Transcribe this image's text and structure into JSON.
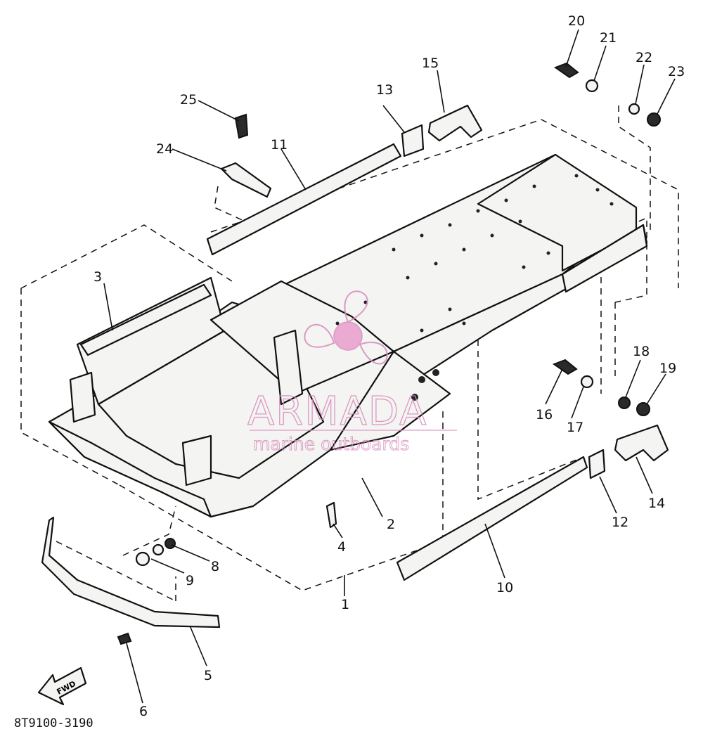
{
  "diagram": {
    "code": "8T9100-3190",
    "fwd_label": "FWD"
  },
  "callouts": [
    {
      "id": "1",
      "label": "1"
    },
    {
      "id": "2",
      "label": "2"
    },
    {
      "id": "3",
      "label": "3"
    },
    {
      "id": "4",
      "label": "4"
    },
    {
      "id": "5",
      "label": "5"
    },
    {
      "id": "6",
      "label": "6"
    },
    {
      "id": "8",
      "label": "8"
    },
    {
      "id": "9",
      "label": "9"
    },
    {
      "id": "10",
      "label": "10"
    },
    {
      "id": "11",
      "label": "11"
    },
    {
      "id": "12",
      "label": "12"
    },
    {
      "id": "13",
      "label": "13"
    },
    {
      "id": "14",
      "label": "14"
    },
    {
      "id": "15",
      "label": "15"
    },
    {
      "id": "16",
      "label": "16"
    },
    {
      "id": "17",
      "label": "17"
    },
    {
      "id": "18",
      "label": "18"
    },
    {
      "id": "19",
      "label": "19"
    },
    {
      "id": "20",
      "label": "20"
    },
    {
      "id": "21",
      "label": "21"
    },
    {
      "id": "22",
      "label": "22"
    },
    {
      "id": "23",
      "label": "23"
    },
    {
      "id": "24",
      "label": "24"
    },
    {
      "id": "25",
      "label": "25"
    }
  ],
  "watermark": {
    "brand": "ARMADA",
    "tagline": "marine outboards",
    "color": "#d98fbf"
  }
}
